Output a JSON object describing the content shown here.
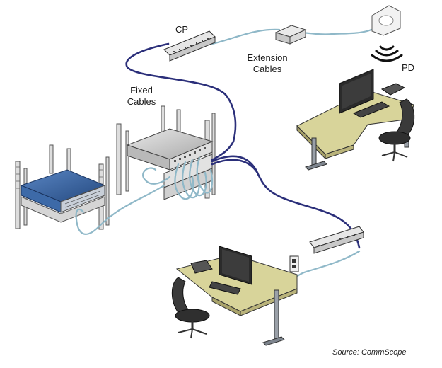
{
  "labels": {
    "cp": "CP",
    "pd": "PD",
    "extension_line1": "Extension",
    "extension_line2": "Cables",
    "fixed_line1": "Fixed",
    "fixed_line2": "Cables"
  },
  "source": "Source: CommScope",
  "colors": {
    "trunk_cable": "#2b2f7a",
    "patch_cable": "#8fb8c8",
    "desk_top": "#d8d49a",
    "rack_blue": "#2f5f9e",
    "equipment_gray": "#cfcfcf"
  }
}
